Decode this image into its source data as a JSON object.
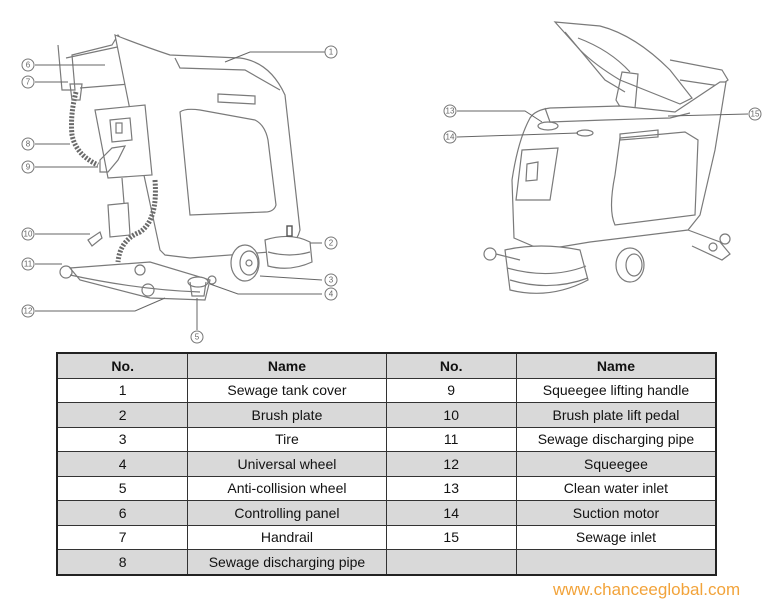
{
  "figures": {
    "left_callouts": [
      "1",
      "2",
      "3",
      "4",
      "5",
      "6",
      "7",
      "8",
      "9",
      "10",
      "11",
      "12"
    ],
    "right_callouts": [
      "13",
      "14",
      "15"
    ]
  },
  "table": {
    "headers": [
      "No.",
      "Name",
      "No.",
      "Name"
    ],
    "rows": [
      {
        "no1": "1",
        "name1": "Sewage tank cover",
        "no2": "9",
        "name2": "Squeegee lifting handle"
      },
      {
        "no1": "2",
        "name1": "Brush plate",
        "no2": "10",
        "name2": "Brush plate lift pedal"
      },
      {
        "no1": "3",
        "name1": "Tire",
        "no2": "11",
        "name2": "Sewage discharging pipe"
      },
      {
        "no1": "4",
        "name1": "Universal wheel",
        "no2": "12",
        "name2": "Squeegee"
      },
      {
        "no1": "5",
        "name1": "Anti-collision wheel",
        "no2": "13",
        "name2": "Clean water inlet"
      },
      {
        "no1": "6",
        "name1": "Controlling panel",
        "no2": "14",
        "name2": "Suction motor"
      },
      {
        "no1": "7",
        "name1": "Handrail",
        "no2": "15",
        "name2": "Sewage inlet"
      },
      {
        "no1": "8",
        "name1": "Sewage discharging pipe",
        "no2": "",
        "name2": ""
      }
    ]
  },
  "footer": {
    "website": "www.chanceeglobal.com",
    "website_color": "#f2a33a"
  }
}
